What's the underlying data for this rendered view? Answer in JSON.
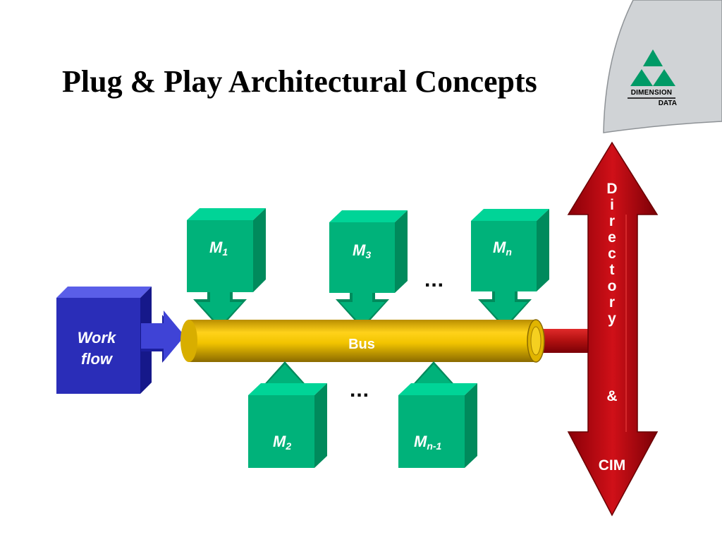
{
  "slide": {
    "title": "Plug & Play Architectural Concepts"
  },
  "logo": {
    "line1": "DIMENSION",
    "line2": "DATA",
    "color": "#009a66"
  },
  "workflow": {
    "line1": "Work",
    "line2": "flow",
    "color": "#2a2db8"
  },
  "bus": {
    "label": "Bus",
    "color": "#f0c800"
  },
  "modules": [
    {
      "letter": "M",
      "sub": "1"
    },
    {
      "letter": "M",
      "sub": "3"
    },
    {
      "letter": "M",
      "sub": "n"
    },
    {
      "letter": "M",
      "sub": "2"
    },
    {
      "letter": "M",
      "sub": "n-1"
    }
  ],
  "ellipsis": [
    "...",
    "..."
  ],
  "directory": {
    "letters": [
      "D",
      "i",
      "r",
      "e",
      "c",
      "t",
      "o",
      "r",
      "y"
    ],
    "amp": "&",
    "cim": "CIM",
    "color": "#c00010"
  },
  "colors": {
    "module_front": "#00b27a",
    "module_top": "#00d497",
    "module_side": "#008a5c"
  }
}
